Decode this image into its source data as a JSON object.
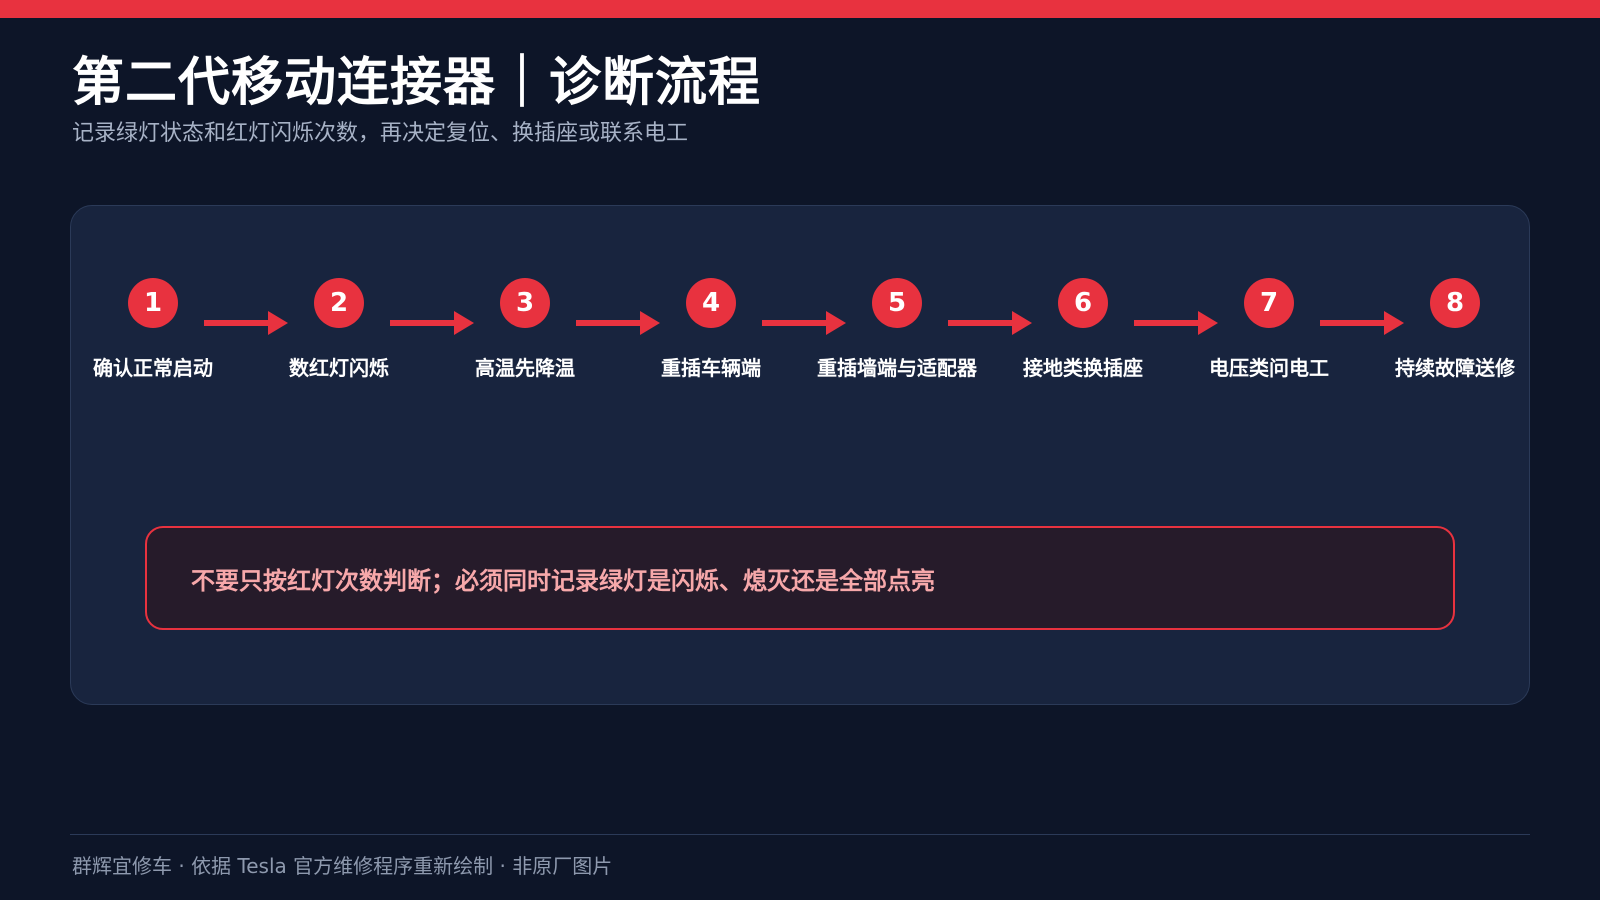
{
  "header": {
    "title": "第二代移动连接器｜诊断流程",
    "subtitle": "记录绿灯状态和红灯闪烁次数，再决定复位、换插座或联系电工"
  },
  "steps": [
    {
      "number": "1",
      "label": "确认正常启动"
    },
    {
      "number": "2",
      "label": "数红灯闪烁"
    },
    {
      "number": "3",
      "label": "高温先降温"
    },
    {
      "number": "4",
      "label": "重插车辆端"
    },
    {
      "number": "5",
      "label": "重插墙端与适配器"
    },
    {
      "number": "6",
      "label": "接地类换插座"
    },
    {
      "number": "7",
      "label": "电压类问电工"
    },
    {
      "number": "8",
      "label": "持续故障送修"
    }
  ],
  "warning": {
    "text": "不要只按红灯次数判断；必须同时记录绿灯是闪烁、熄灭还是全部点亮"
  },
  "footer": {
    "text": "群辉宜修车 · 依据 Tesla 官方维修程序重新绘制 · 非原厂图片"
  },
  "colors": {
    "accent": "#e8323f",
    "background": "#0d1528",
    "panel": "#18243e",
    "warning_text": "#f7a8aa"
  }
}
